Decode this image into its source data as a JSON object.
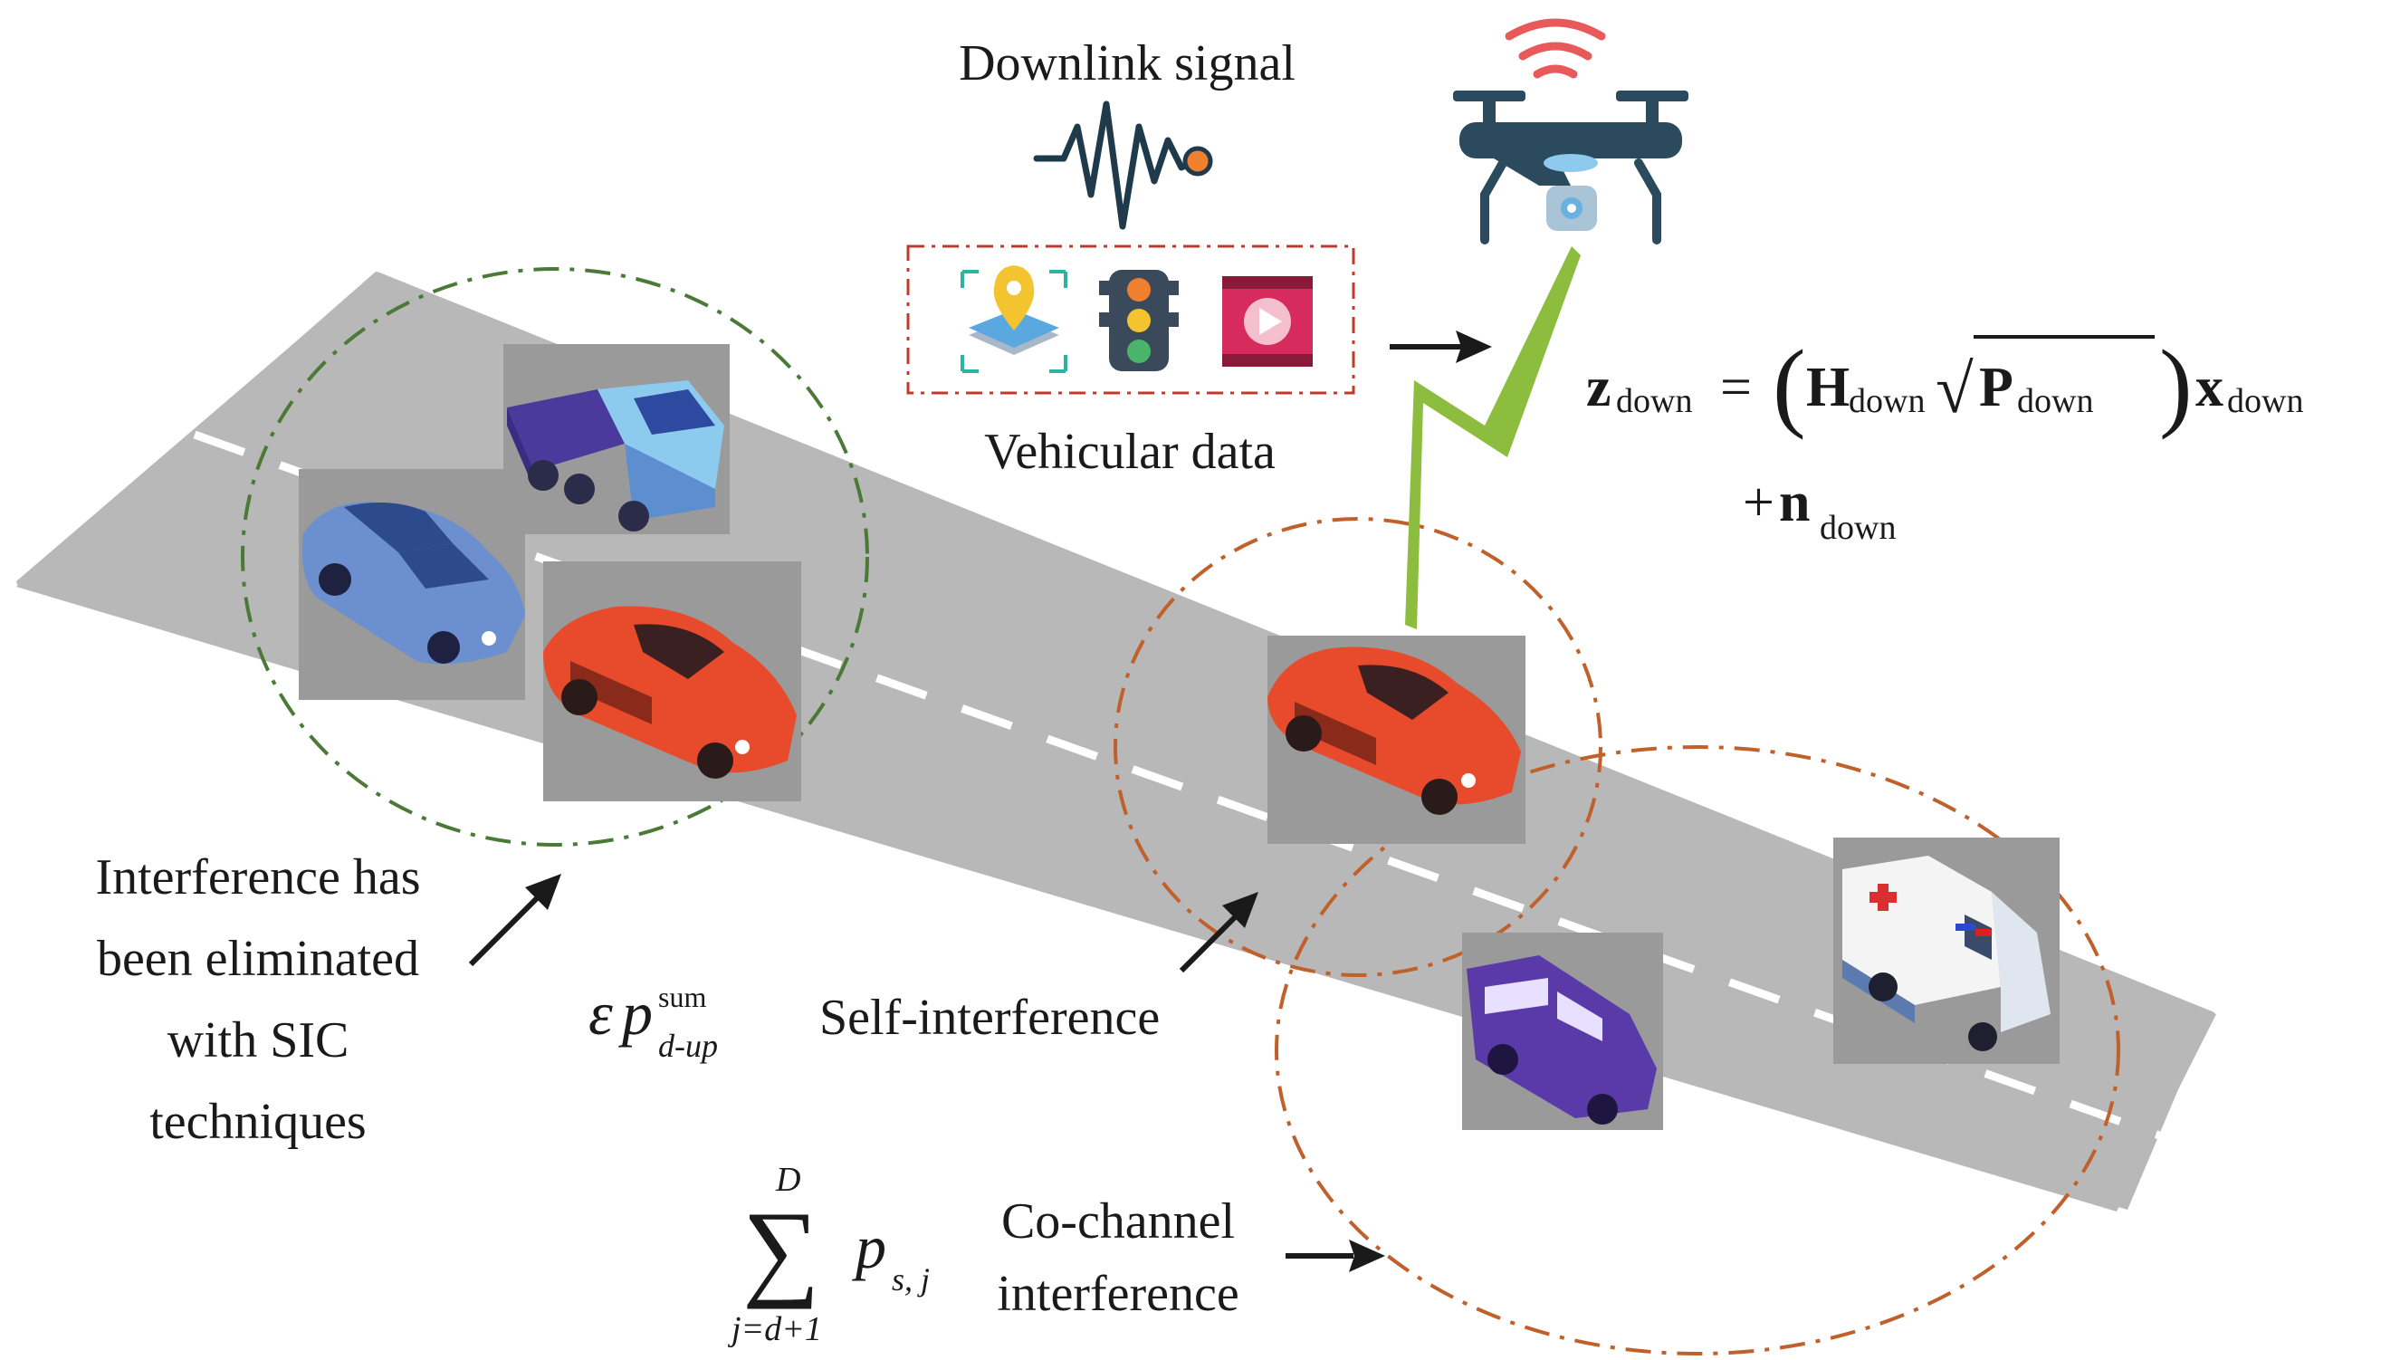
{
  "labels": {
    "downlink_signal": "Downlink signal",
    "vehicular_data": "Vehicular data",
    "sic_line1": "Interference has",
    "sic_line2": "been eliminated",
    "sic_line3": "with SIC",
    "sic_line4": "techniques",
    "self_interference": "Self-interference",
    "cochannel_line1": "Co-channel",
    "cochannel_line2": "interference"
  },
  "equation_main": {
    "z": "z",
    "z_sub": "down",
    "equals": "=",
    "lparen": "(",
    "H": "H",
    "H_sub": "down",
    "sqrt": "√",
    "P": "P",
    "P_sub": "down",
    "rparen": ")",
    "x": "x",
    "x_sub": "down",
    "plus": "+",
    "n": "n",
    "n_sub": "down"
  },
  "equation_self": {
    "epsilon": "ε",
    "p": "p",
    "sup": "sum",
    "sub": "d-up"
  },
  "equation_cochannel": {
    "sigma": "∑",
    "upper": "D",
    "lower": "j=d+1",
    "p": "p",
    "sub": "s, j"
  },
  "colors": {
    "road": "#b8b8b8",
    "lane_marking": "#ffffff",
    "green_circle": "#4a7a36",
    "orange_circle": "#c0602a",
    "data_box": "#c0392b",
    "lightning": "#8cbd3f",
    "drone_body": "#2c4a5e",
    "wifi": "#e85a5a"
  },
  "icons": [
    "drone-icon",
    "wifi-signal-icon",
    "waveform-icon",
    "map-location-icon",
    "traffic-light-icon",
    "video-play-icon",
    "lightning-link-icon"
  ]
}
